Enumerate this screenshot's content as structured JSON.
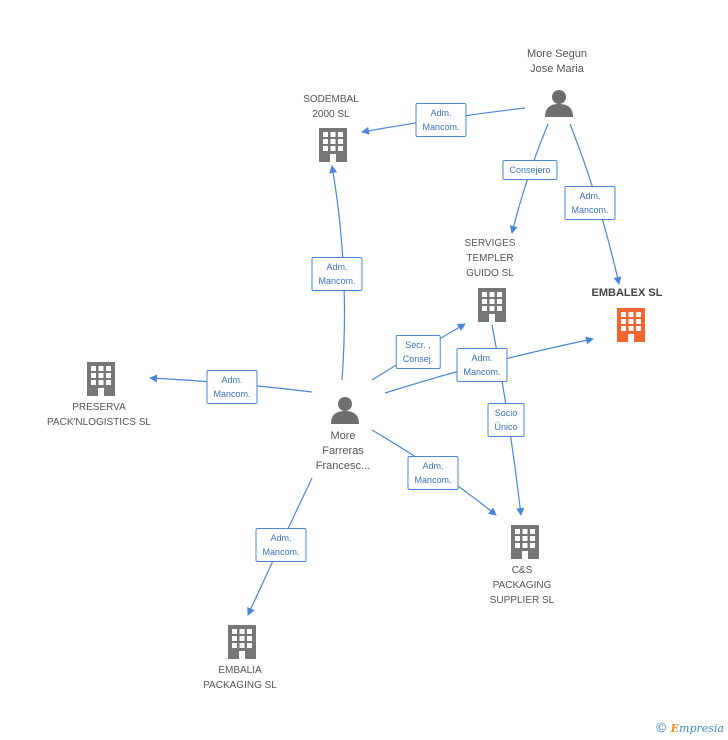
{
  "colors": {
    "edge": "#4a86d4",
    "company": "#777777",
    "company_highlight": "#f26531",
    "person": "#6e6e6e"
  },
  "nodes": {
    "more_segun": {
      "label": "More Segun\nJose Maria",
      "icon": "person-icon"
    },
    "sodembal": {
      "label": "SODEMBAL\n2000 SL",
      "icon": "building-icon"
    },
    "serviges": {
      "label": "SERVIGES\nTEMPLER\nGUIDO SL",
      "icon": "building-icon"
    },
    "embalex": {
      "label": "EMBALEX SL",
      "icon": "building-icon"
    },
    "preserva": {
      "label": "PRESERVA\nPACK'NLOGISTICS SL",
      "icon": "building-icon"
    },
    "more_farreras": {
      "label": "More\nFarreras\nFrancesc...",
      "icon": "person-icon"
    },
    "cs_packaging": {
      "label": "C&S\nPACKAGING\nSUPPLIER SL",
      "icon": "building-icon"
    },
    "embalia": {
      "label": "EMBALIA\nPACKAGING SL",
      "icon": "building-icon"
    }
  },
  "edges": {
    "segun_sodembal": "Adm.\nMancom.",
    "segun_serviges": "Consejero",
    "segun_embalex": "Adm.\nMancom.",
    "farreras_sodembal": "Adm.\nMancom.",
    "farreras_serviges": "Secr. ,\nConsej.",
    "farreras_embalex": "Adm.\nMancom.",
    "farreras_preserva": "Adm.\nMancom.",
    "farreras_cs": "Adm.\nMancom.",
    "farreras_embalia": "Adm.\nMancom.",
    "serviges_cs": "Socio\nÚnico"
  },
  "footer": {
    "copyright": "©",
    "brand_first": "E",
    "brand_rest": "mpresia"
  }
}
